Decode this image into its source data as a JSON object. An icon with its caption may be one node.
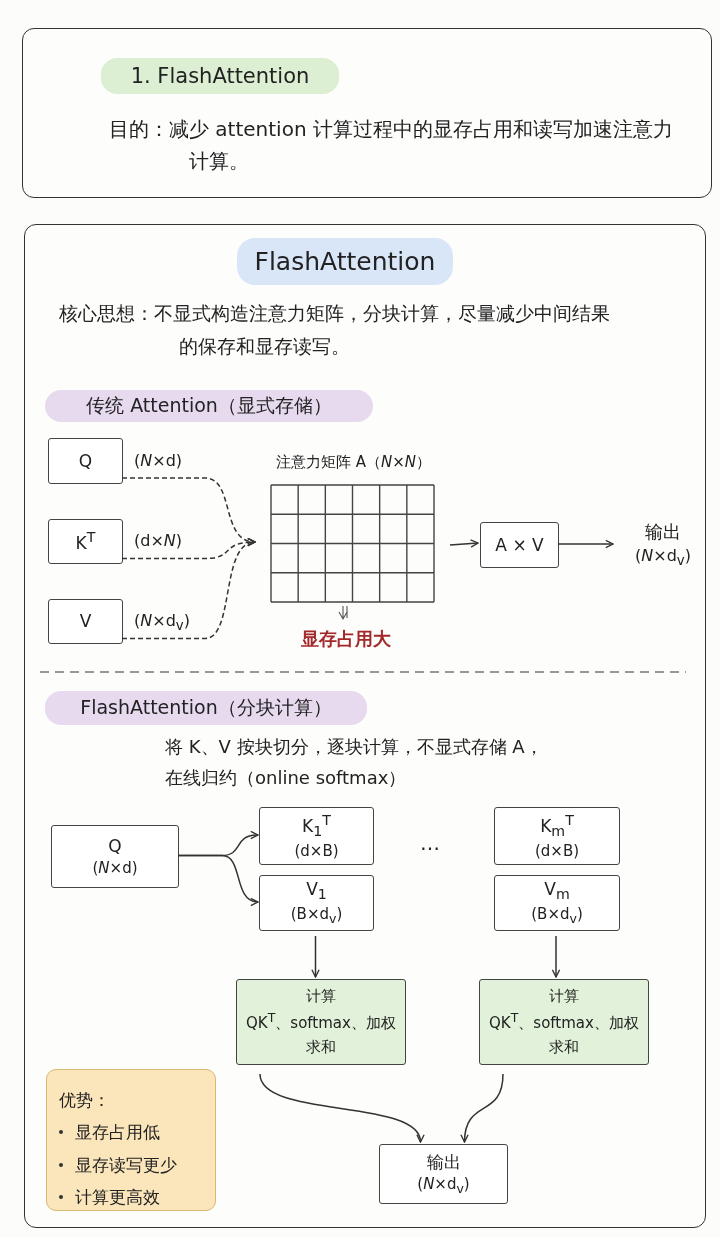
{
  "diagram": {
    "nodes": [
      {
        "text": [
          "目的：减少 attention 计算过程中的显存占用和读写加速注意力计算。"
        ]
      },
      {
        "text": [
          "1. FlashAttention"
        ],
        "in": 0
      },
      {
        "text": [
          "核心思想：不显式构造注意力矩阵，分块计算，尽量减少中间结果的保存和显存读写。"
        ]
      },
      {
        "text": [
          "FlashAttention"
        ],
        "in": 2
      },
      {
        "text": [
          "传统 Attention（显式存储）"
        ],
        "in": 2
      },
      {
        "text": [
          "Q"
        ],
        "beside": [
          "(*N*×d)"
        ],
        "in": 2
      },
      {
        "text": [
          "K$^{T}$"
        ],
        "beside": [
          "(d×*N*)"
        ],
        "in": 2
      },
      {
        "text": [
          "V"
        ],
        "beside": [
          "(*N*×d$_{v}$)"
        ],
        "in": 2
      },
      {
        "text": [
          "注意力矩阵 A（*N*×*N*）"
        ],
        "beside": [
          "显存占用大"
        ],
        "in": 2
      },
      {
        "text": [
          "A × V"
        ],
        "in": 2
      },
      {
        "text": [
          "输出",
          "(*N*×d$_{v}$)"
        ],
        "in": 2
      },
      {
        "text": [
          "FlashAttention（分块计算）"
        ],
        "in": 2
      },
      {
        "text": [
          "Q",
          "(*N*×d)"
        ],
        "in": 2
      },
      {
        "text": [
          "K$_{1}$$^{T}$",
          "(d×B)"
        ],
        "in": 2
      },
      {
        "text": [
          "V$_{1}$",
          "(B×d$_{v}$)"
        ],
        "in": 2
      },
      {
        "text": [
          "K$_{m}$$^{T}$",
          "(d×B)"
        ],
        "in": 2
      },
      {
        "text": [
          "V$_{m}$",
          "(B×d$_{v}$)"
        ],
        "in": 2
      },
      {
        "text": [
          "计算",
          "QK$^{T}$、softmax、加权求和"
        ],
        "in": 2
      },
      {
        "text": [
          "计算",
          "QK$^{T}$、softmax、加权求和"
        ],
        "in": 2
      },
      {
        "text": [
          "优势：",
          "显存占用低",
          "显存读写更少",
          "计算更高效"
        ],
        "in": 2
      },
      {
        "text": [
          "输出",
          "(*N*×d$_{v}$)"
        ],
        "in": 2
      }
    ],
    "edges": [
      {
        "from": 5,
        "to": 8,
        "arrow": "to",
        "style": "dashed"
      },
      {
        "from": 6,
        "to": 8,
        "arrow": "to",
        "style": "dashed"
      },
      {
        "from": 7,
        "to": 8,
        "arrow": "to",
        "style": "dashed"
      },
      {
        "from": 8,
        "to": 9,
        "arrow": "to"
      },
      {
        "from": 9,
        "to": 10,
        "arrow": "to"
      },
      {
        "from": 12,
        "to": 13,
        "arrow": "to"
      },
      {
        "from": 12,
        "to": 14,
        "arrow": "to"
      },
      {
        "from": 14,
        "to": 17,
        "arrow": "to"
      },
      {
        "from": 16,
        "to": 18,
        "arrow": "to"
      },
      {
        "from": 17,
        "to": 20,
        "arrow": "to"
      },
      {
        "from": 18,
        "to": 20,
        "arrow": "to"
      }
    ],
    "labels": [
      "将 K、V 按块切分，逐块计算，不显式存储 A，在线归约（online softmax）",
      "…"
    ]
  }
}
